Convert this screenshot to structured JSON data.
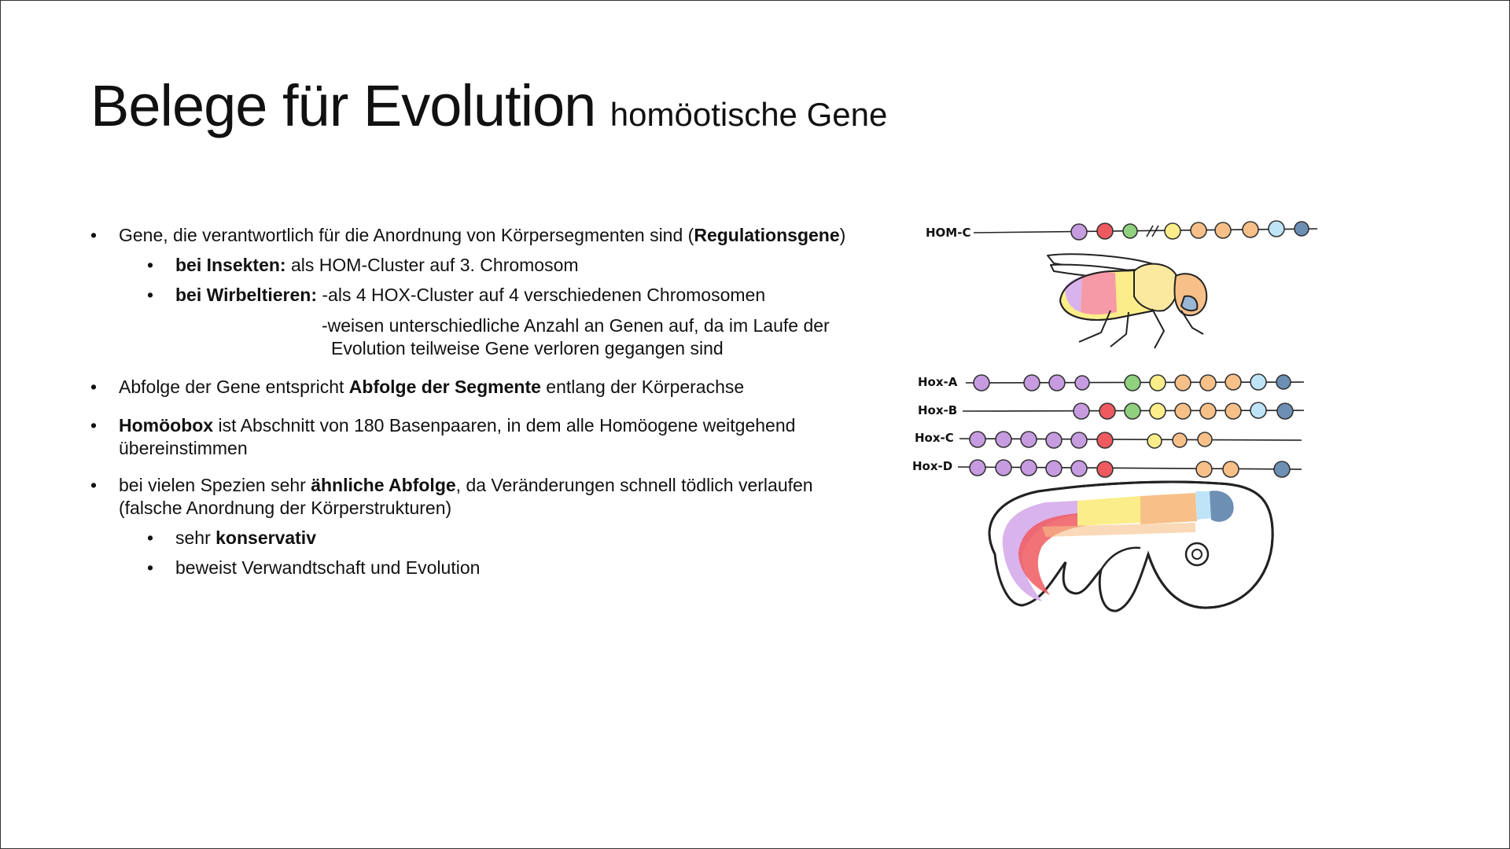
{
  "title": {
    "main": "Belege für Evolution",
    "sub": "homöotische Gene"
  },
  "bullets": {
    "b1": {
      "pre": "Gene, die verantwortlich für die Anordnung von Körpersegmenten sind (",
      "bold": "Regulationsgene",
      "post": ")"
    },
    "b1a": {
      "bold": "bei Insekten:",
      "text": " als HOM-Cluster auf 3. Chromosom"
    },
    "b1b": {
      "bold": "bei Wirbeltieren:",
      "text": " -als 4 HOX-Cluster auf 4 verschiedenen Chromosomen"
    },
    "b1b_cont1": "-weisen unterschiedliche Anzahl an Genen auf, da im Laufe der",
    "b1b_cont2": "Evolution teilweise Gene verloren gegangen sind",
    "b2": {
      "pre": "Abfolge der Gene entspricht ",
      "bold": "Abfolge der Segmente",
      "post": " entlang der Körperachse"
    },
    "b3": {
      "bold": "Homöobox",
      "line1": " ist Abschnitt von 180 Basenpaaren, in dem alle Homöogene weitgehend",
      "line2": "übereinstimmen"
    },
    "b4": {
      "pre": "bei vielen Spezien sehr ",
      "bold": "ähnliche Abfolge",
      "post": ", da Veränderungen schnell tödlich verlaufen",
      "line2": "(falsche Anordnung der Körperstrukturen)"
    },
    "b4a": {
      "pre": "sehr ",
      "bold": "konservativ"
    },
    "b4b": "beweist Verwandtschaft und Evolution"
  },
  "bullet_char": "•",
  "figure": {
    "hom_label": "HOM-C",
    "hox_labels": [
      "Hox-A",
      "Hox-B",
      "Hox-C",
      "Hox-D"
    ],
    "colors": {
      "purple": "#c79be0",
      "red": "#ee5a5f",
      "green": "#8fd17f",
      "yellow": "#fbee8a",
      "orange": "#f7c089",
      "lightblue": "#bfe4f7",
      "blue": "#6e8fb4"
    }
  }
}
